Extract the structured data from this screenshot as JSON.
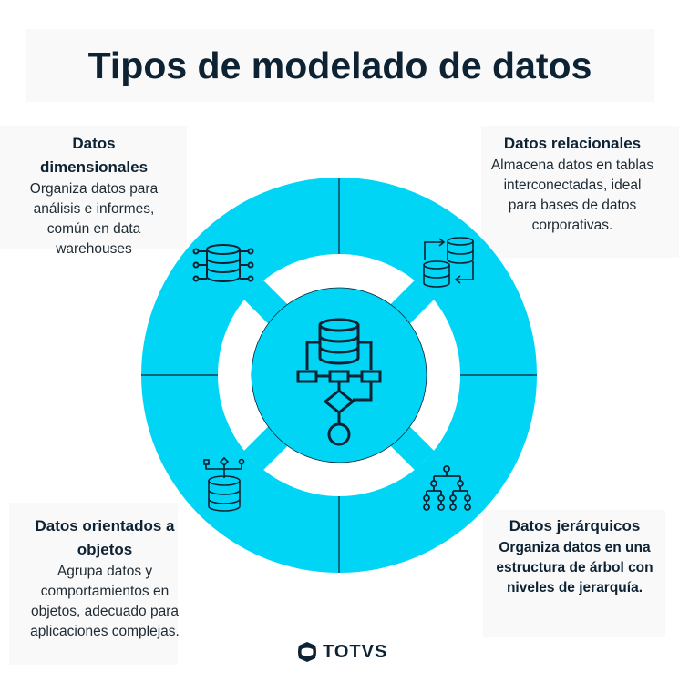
{
  "title": "Tipos de modelado de datos",
  "sections": {
    "dimensional": {
      "heading": "Datos dimensionales",
      "body": "Organiza datos para análisis e informes, común en data warehouses",
      "icon": "database-connections-icon"
    },
    "relational": {
      "heading": "Datos relacionales",
      "body": "Almacena datos en tablas interconectadas, ideal para bases de datos corporativas.",
      "icon": "database-sync-icon"
    },
    "object": {
      "heading": "Datos orientados a objetos",
      "body": "Agrupa datos y comportamientos en objetos, adecuado para aplicaciones complejas.",
      "icon": "database-objects-icon"
    },
    "hierarchical": {
      "heading": "Datos jerárquicos",
      "body": "Organiza datos en una estructura de árbol con niveles de jerarquía.",
      "icon": "hierarchy-tree-icon"
    }
  },
  "center_icon": "data-flowchart-icon",
  "logo": {
    "text": "TOTVS"
  },
  "colors": {
    "cyan": "#00d5f5",
    "dark": "#0d2233",
    "panel": "#f9f9f9"
  }
}
